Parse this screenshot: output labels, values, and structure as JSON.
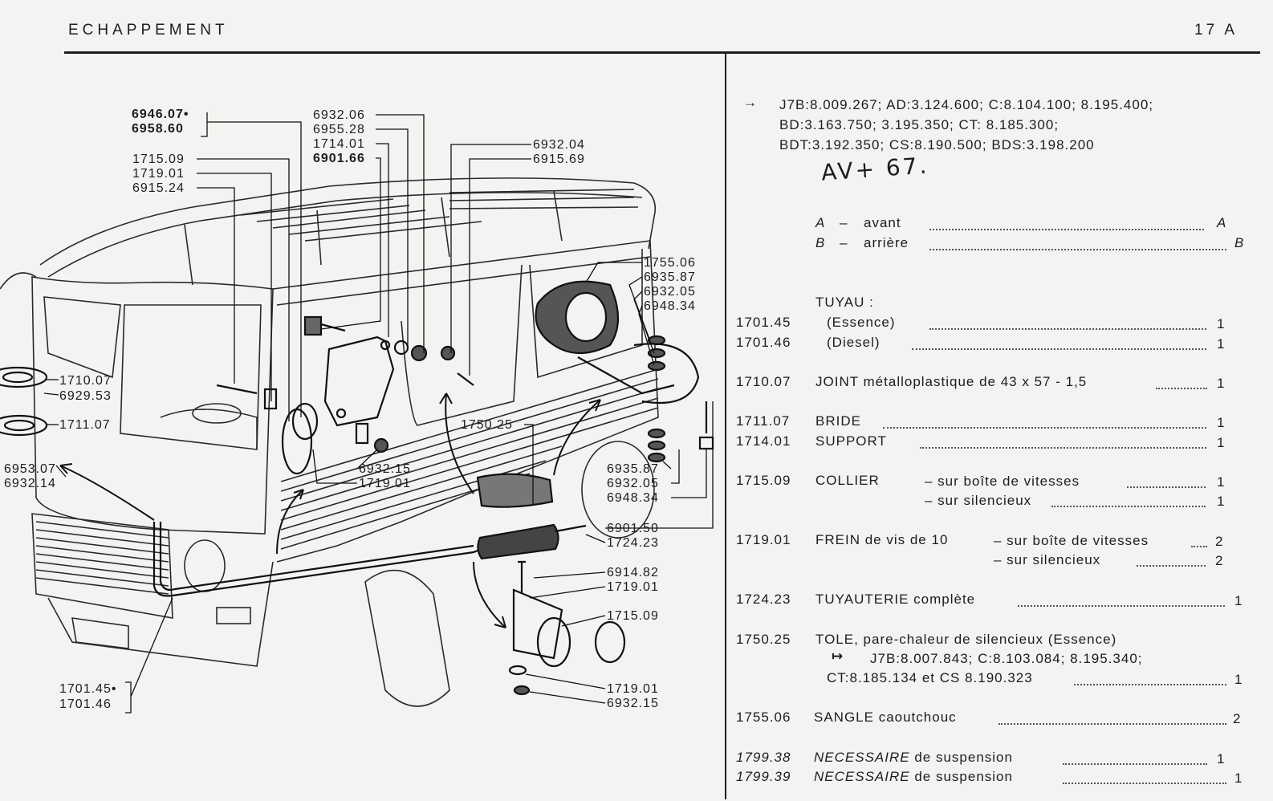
{
  "header": {
    "title": "ECHAPPEMENT",
    "page_ref": "17 A"
  },
  "diagram": {
    "callouts": {
      "c1": "6946.07•",
      "c2": "6958.60",
      "c3": "1715.09",
      "c4": "1719.01",
      "c5": "6915.24",
      "c6": "6932.06",
      "c7": "6955.28",
      "c8": "1714.01",
      "c9": "6901.66",
      "c10": "6932.04",
      "c11": "6915.69",
      "c12": "1755.06",
      "c13": "6935.87",
      "c14": "6932.05",
      "c15": "6948.34",
      "c16": "1710.07",
      "c17": "6929.53",
      "c18": "1711.07",
      "c19": "6953.07",
      "c20": "6932.14",
      "c21": "1750.25",
      "c22": "6932.15",
      "c23": "1719.01",
      "c24": "6935.87",
      "c25": "6932.05",
      "c26": "6948.34",
      "c27": "6901.50",
      "c28": "1724.23",
      "c29": "6914.82",
      "c30": "1719.01",
      "c31": "1715.09",
      "c32": "1719.01",
      "c33": "6932.15",
      "c34": "1701.45•",
      "c35": "1701.46"
    }
  },
  "parts": {
    "applicability": {
      "line1": "J7B:8.009.267; AD:3.124.600; C:8.104.100; 8.195.400;",
      "line2": "BD:3.163.750; 3.195.350; CT: 8.185.300;",
      "line3": "BDT:3.192.350; CS:8.190.500; BDS:3.198.200",
      "handwritten_note": "AV+ 67."
    },
    "legend": {
      "a_key": "A",
      "a_dash": "–",
      "a_label": "avant",
      "a_code": "A",
      "b_key": "B",
      "b_dash": "–",
      "b_label": "arrière",
      "b_code": "B"
    },
    "tuyau_heading": "TUYAU :",
    "r1_ref": "1701.45",
    "r1_desc": "(Essence)",
    "r1_qty": "1",
    "r2_ref": "1701.46",
    "r2_desc": "(Diesel)",
    "r2_qty": "1",
    "r3_ref": "1710.07",
    "r3_desc": "JOINT métalloplastique de 43 x 57 - 1,5",
    "r3_qty": "1",
    "r4_ref": "1711.07",
    "r4_desc": "BRIDE",
    "r4_qty": "1",
    "r5_ref": "1714.01",
    "r5_desc": "SUPPORT",
    "r5_qty": "1",
    "r6_ref": "1715.09",
    "r6_desc": "COLLIER",
    "r6_sub1": "– sur boîte de vitesses",
    "r6_qty1": "1",
    "r6_sub2": "– sur silencieux",
    "r6_qty2": "1",
    "r7_ref": "1719.01",
    "r7_desc": "FREIN de vis de 10",
    "r7_sub1": "– sur boîte de vitesses",
    "r7_qty1": "2",
    "r7_sub2": "– sur silencieux",
    "r7_qty2": "2",
    "r8_ref": "1724.23",
    "r8_desc": "TUYAUTERIE complète",
    "r8_qty": "1",
    "r9_ref": "1750.25",
    "r9_desc": "TOLE, pare-chaleur de silencieux (Essence)",
    "r9_line2": "J7B:8.007.843; C:8.103.084; 8.195.340;",
    "r9_line3": "CT:8.185.134 et CS 8.190.323",
    "r9_qty": "1",
    "r10_ref": "1755.06",
    "r10_desc": "SANGLE caoutchouc",
    "r10_qty": "2",
    "r11_ref": "1799.38",
    "r11_desc_it": "NECESSAIRE",
    "r11_desc": " de suspension",
    "r11_qty": "1",
    "r12_ref": "1799.39",
    "r12_desc_it": "NECESSAIRE",
    "r12_desc": " de suspension",
    "r12_qty": "1"
  }
}
